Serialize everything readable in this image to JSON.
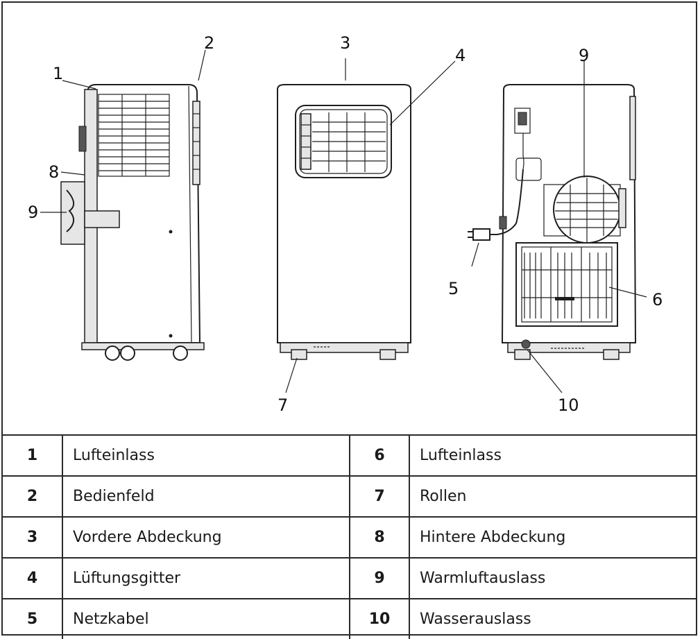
{
  "callouts": {
    "c1": "1",
    "c2": "2",
    "c3": "3",
    "c4": "4",
    "c5": "5",
    "c6": "6",
    "c7": "7",
    "c8": "8",
    "c9_left": "9",
    "c9_right": "9",
    "c10": "10"
  },
  "parts": [
    {
      "left_num": "1",
      "left_label": "Lufteinlass",
      "right_num": "6",
      "right_label": "Lufteinlass"
    },
    {
      "left_num": "2",
      "left_label": "Bedienfeld",
      "right_num": "7",
      "right_label": "Rollen"
    },
    {
      "left_num": "3",
      "left_label": "Vordere Abdeckung",
      "right_num": "8",
      "right_label": "Hintere Abdeckung"
    },
    {
      "left_num": "4",
      "left_label": "Lüftungsgitter",
      "right_num": "9",
      "right_label": "Warmluftauslass"
    },
    {
      "left_num": "5",
      "left_label": "Netzkabel",
      "right_num": "10",
      "right_label": "Wasserauslass"
    }
  ]
}
